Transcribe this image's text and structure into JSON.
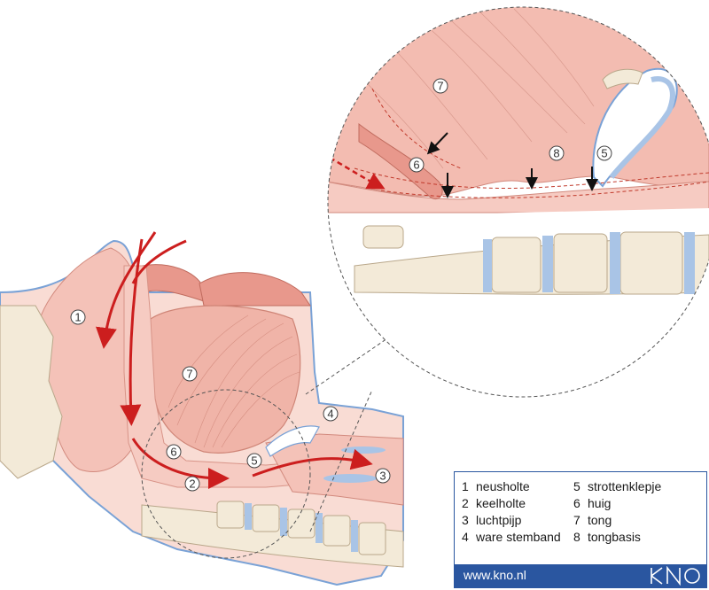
{
  "labels": [
    {
      "num": "1"
    },
    {
      "num": "2"
    },
    {
      "num": "3"
    },
    {
      "num": "4"
    },
    {
      "num": "5"
    },
    {
      "num": "6"
    },
    {
      "num": "7"
    },
    {
      "num": "7"
    },
    {
      "num": "6"
    },
    {
      "num": "8"
    },
    {
      "num": "5"
    }
  ],
  "legend": {
    "items": [
      {
        "num": "1",
        "text": "neusholte"
      },
      {
        "num": "2",
        "text": "keelholte"
      },
      {
        "num": "3",
        "text": "luchtpijp"
      },
      {
        "num": "4",
        "text": "ware stemband"
      },
      {
        "num": "5",
        "text": "strottenklepje"
      },
      {
        "num": "6",
        "text": "huig"
      },
      {
        "num": "7",
        "text": "tong"
      },
      {
        "num": "8",
        "text": "tongbasis"
      }
    ],
    "url": "www.kno.nl",
    "logo_text": "KNO"
  },
  "colors": {
    "tissue": "#f4c2b8",
    "tissue_dark": "#e8988c",
    "bone": "#f3ead8",
    "cartilage": "#a9c4e6",
    "arrow": "#cc1e1e",
    "outline": "#7aa2d6",
    "brand": "#2a56a0"
  }
}
